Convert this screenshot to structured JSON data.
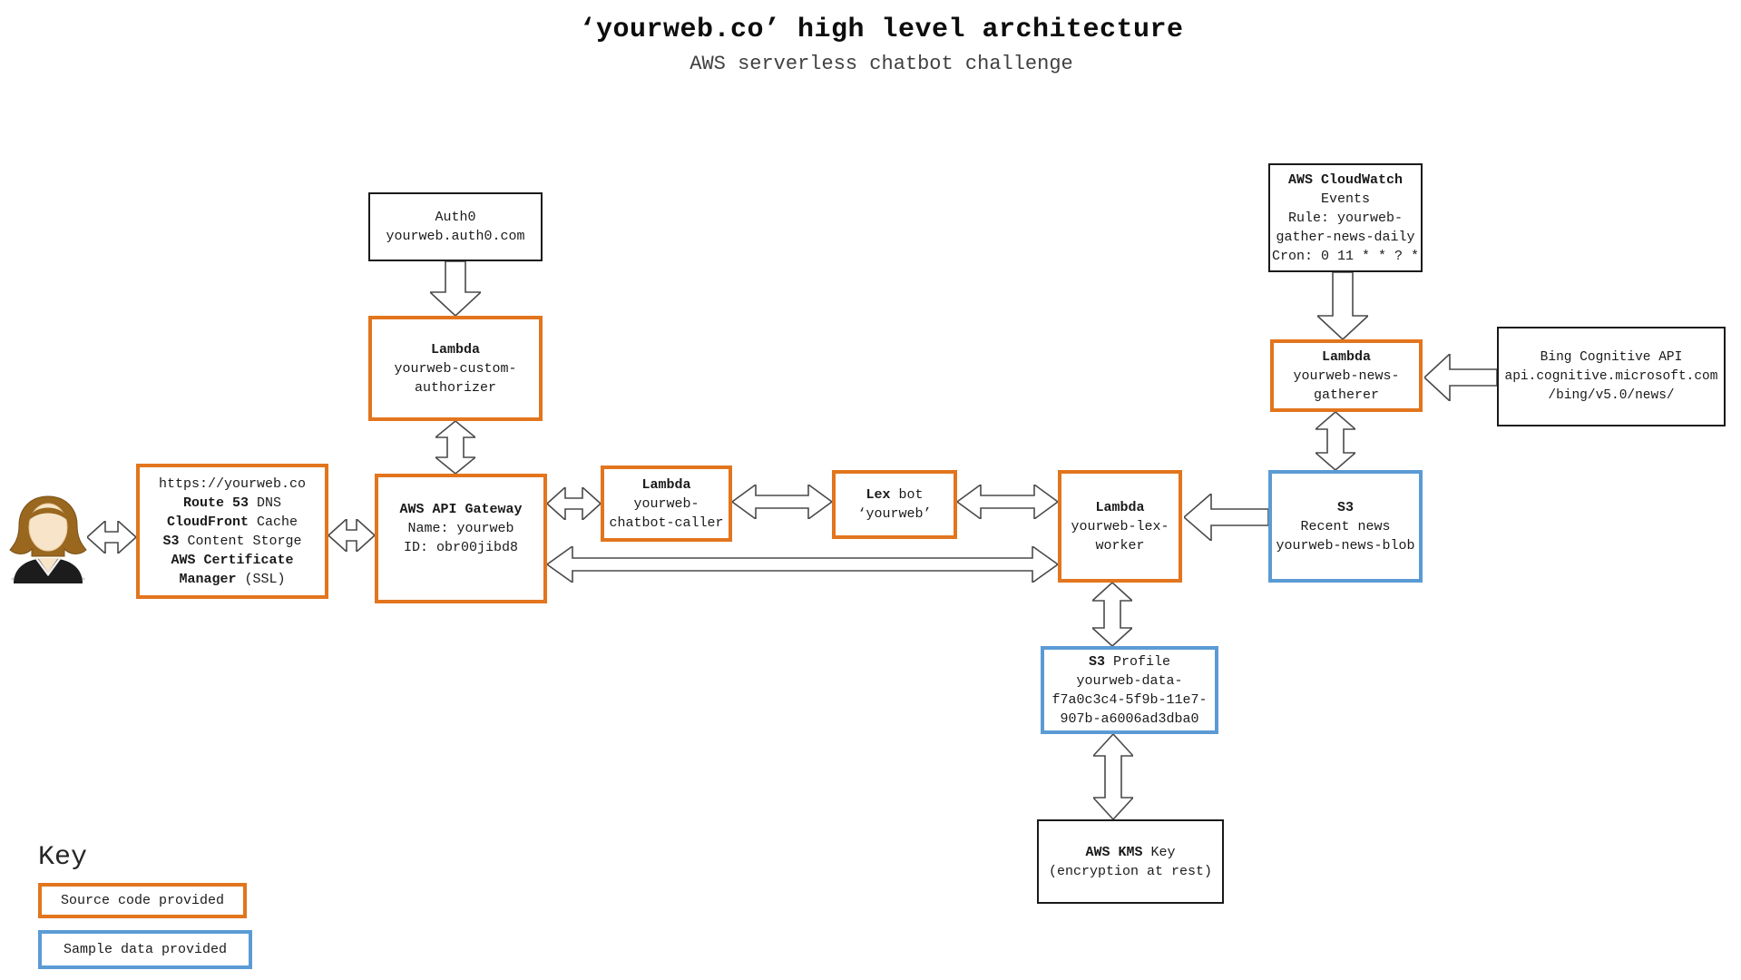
{
  "title": "‘yourweb.co’ high level architecture",
  "subtitle": "AWS serverless chatbot challenge",
  "colors": {
    "source_code_border": "#E2751D",
    "sample_data_border": "#5B9BD5",
    "plain_border": "#1a1a1a",
    "arrow_outline": "#4a4a4a"
  },
  "nodes": {
    "auth0": {
      "l1": "Auth0",
      "l2": "yourweb.auth0.com"
    },
    "authorizer": {
      "l1": "Lambda",
      "l2": "yourweb-custom-",
      "l3": "authorizer"
    },
    "site": {
      "l1": "https://yourweb.co",
      "l2b": "Route 53",
      "l2r": " DNS",
      "l3b": "CloudFront",
      "l3r": " Cache",
      "l4b": "S3",
      "l4r": " Content Storge",
      "l5b": "AWS Certificate",
      "l6b": "Manager",
      "l6r": " (SSL)"
    },
    "apigw": {
      "l1": "AWS API Gateway",
      "l2": "Name: yourweb",
      "l3": "ID: obr00jibd8"
    },
    "caller": {
      "l1": "Lambda",
      "l2": "yourweb-",
      "l3": "chatbot-caller"
    },
    "lexbot": {
      "l1b": "Lex",
      "l1r": " bot",
      "l2": "‘yourweb’"
    },
    "lexworker": {
      "l1": "Lambda",
      "l2": "yourweb-lex-",
      "l3": "worker"
    },
    "s3news": {
      "l1": "S3",
      "l2": "Recent news",
      "l3": "yourweb-news-blob"
    },
    "cloudwatch": {
      "l1": "AWS CloudWatch",
      "l2": "Events",
      "l3": "Rule: yourweb-",
      "l4": "gather-news-daily",
      "l5": "Cron: 0 11 * * ? *"
    },
    "gatherer": {
      "l1": "Lambda",
      "l2": "yourweb-news-",
      "l3": "gatherer"
    },
    "bing": {
      "l1": "Bing Cognitive API",
      "l2": "api.cognitive.microsoft.com",
      "l3": "/bing/v5.0/news/"
    },
    "s3profile": {
      "l1b": "S3",
      "l1r": " Profile",
      "l2": "yourweb-data-",
      "l3": "f7a0c3c4-5f9b-11e7-",
      "l4": "907b-a6006ad3dba0"
    },
    "kms": {
      "l1b": "AWS KMS",
      "l1r": " Key",
      "l2": "(encryption at rest)"
    }
  },
  "legend": {
    "heading": "Key",
    "source_code": "Source code provided",
    "sample_data": "Sample data provided"
  }
}
